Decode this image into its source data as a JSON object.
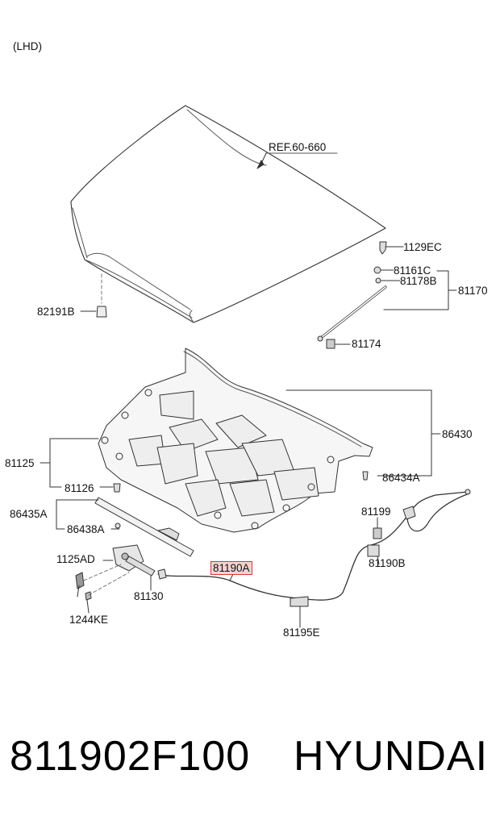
{
  "header": {
    "variant": "(LHD)"
  },
  "reference": "REF.60-660",
  "parts": {
    "p1129EC": "1129EC",
    "p81161C": "81161C",
    "p81178B": "81178B",
    "p81170": "81170",
    "p82191B": "82191B",
    "p81174": "81174",
    "p86430": "86430",
    "p81125": "81125",
    "p81126": "81126",
    "p86434A": "86434A",
    "p86435A": "86435A",
    "p86438A": "86438A",
    "p81199": "81199",
    "p1125AD": "1125AD",
    "p81190A": "81190A",
    "p81190B": "81190B",
    "p81130": "81130",
    "p1244KE": "1244KE",
    "p81195E": "81195E"
  },
  "highlight_color": "#d23b3b",
  "footer": {
    "part_number": "811902F100",
    "brand": "HYUNDAI"
  }
}
